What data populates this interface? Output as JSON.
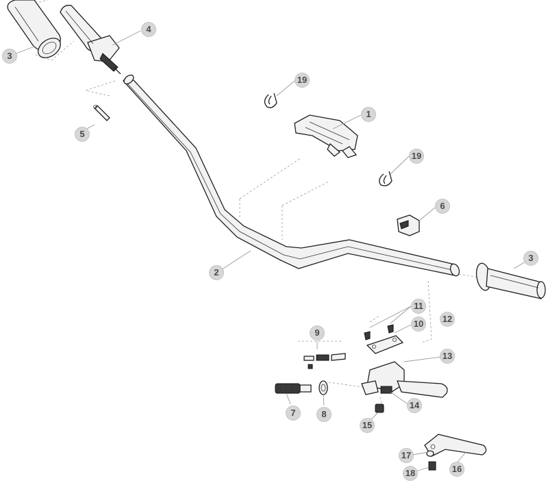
{
  "callouts": [
    {
      "id": "c1",
      "label": "1"
    },
    {
      "id": "c2",
      "label": "2"
    },
    {
      "id": "c3a",
      "label": "3"
    },
    {
      "id": "c3b",
      "label": "3"
    },
    {
      "id": "c4",
      "label": "4"
    },
    {
      "id": "c5",
      "label": "5"
    },
    {
      "id": "c6",
      "label": "6"
    },
    {
      "id": "c7",
      "label": "7"
    },
    {
      "id": "c8",
      "label": "8"
    },
    {
      "id": "c9",
      "label": "9"
    },
    {
      "id": "c10",
      "label": "10"
    },
    {
      "id": "c11",
      "label": "11"
    },
    {
      "id": "c12",
      "label": "12"
    },
    {
      "id": "c13",
      "label": "13"
    },
    {
      "id": "c14",
      "label": "14"
    },
    {
      "id": "c15",
      "label": "15"
    },
    {
      "id": "c16",
      "label": "16"
    },
    {
      "id": "c17",
      "label": "17"
    },
    {
      "id": "c18",
      "label": "18"
    },
    {
      "id": "c19a",
      "label": "19"
    },
    {
      "id": "c19b",
      "label": "19"
    }
  ],
  "colors": {
    "callout_fill": "#d6d6d6",
    "callout_text": "#4a4a4a",
    "line_art": "#1f1f1f",
    "leader": "#9a9a9a"
  }
}
